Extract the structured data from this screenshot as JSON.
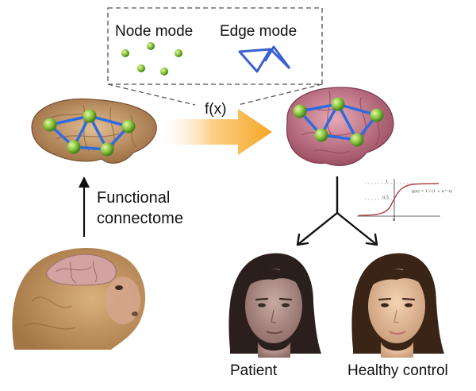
{
  "legend": {
    "node_mode_label": "Node mode",
    "edge_mode_label": "Edge mode"
  },
  "mapping": {
    "function_label": "f(x)"
  },
  "connectome": {
    "label_line1": "Functional",
    "label_line2": "connectome"
  },
  "sigmoid_inset": {
    "formula": "g(z) = 1 / (1 + e^-z)",
    "y_tick_top": "1",
    "y_tick_mid": "0.5",
    "x_tick_zero": "0"
  },
  "outcomes": {
    "left_label": "Patient",
    "right_label": "Healthy control"
  },
  "colors": {
    "node_green": "#8cc63f",
    "edge_blue": "#3a5fd0",
    "arrow_orange": "#f5a623",
    "monkey_brain": "#b8865a",
    "human_brain": "#c97a8c",
    "sigmoid_curve": "#b0413e"
  }
}
